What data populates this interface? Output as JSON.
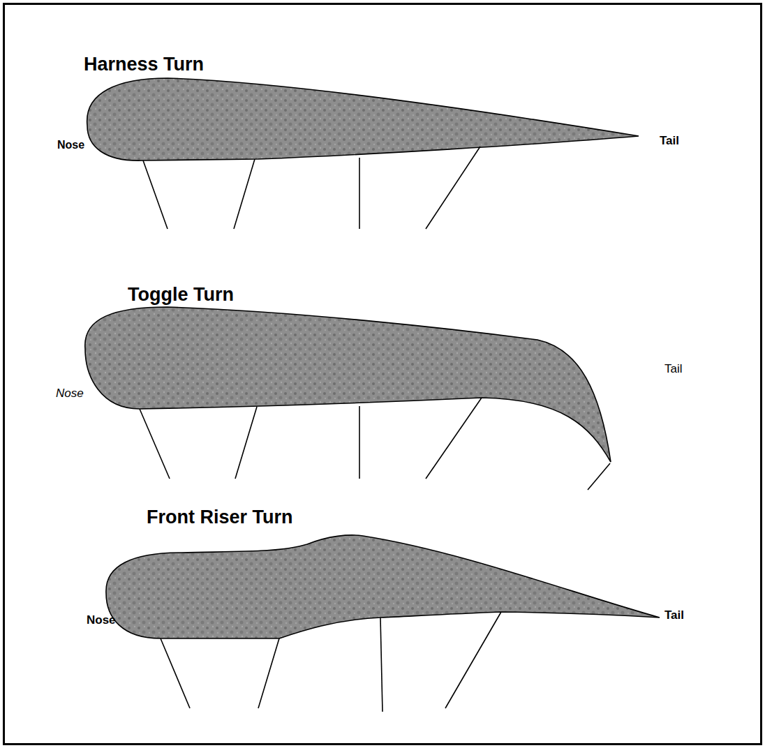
{
  "diagram": {
    "labels": [
      "Harness Turn",
      "Nose",
      "Tail",
      "Toggle Turn",
      "Nose",
      "Tail",
      "Front Riser Turn",
      "Nose",
      "Tail"
    ]
  }
}
